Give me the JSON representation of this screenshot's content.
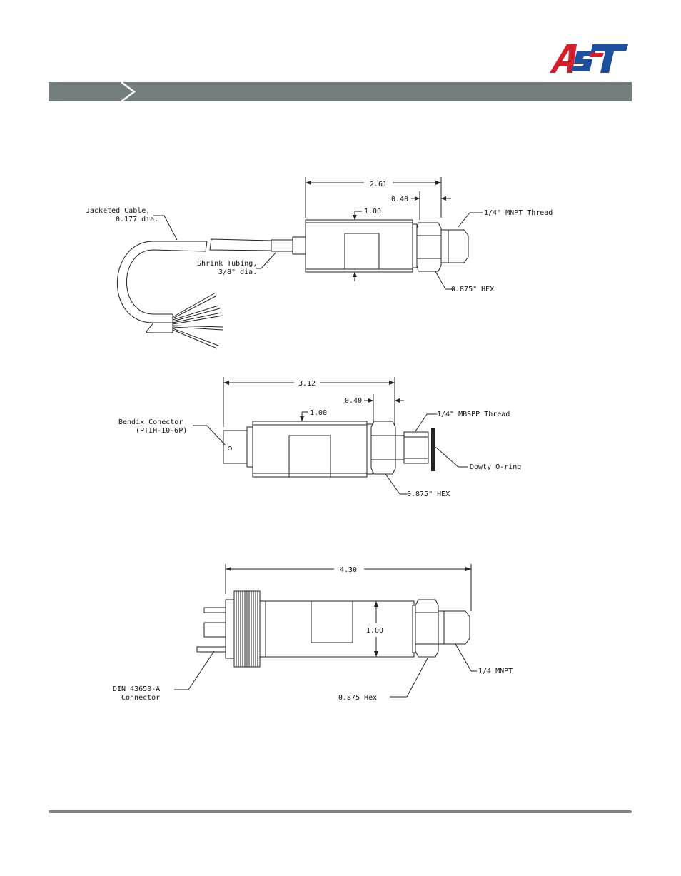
{
  "colors": {
    "header_bar": "#737d7e",
    "logo_red": "#d21f2b",
    "logo_blue": "#1e4f9c",
    "footer_rule": "#7b8384"
  },
  "logo": {
    "letters": "AST"
  },
  "drawings": [
    {
      "labels": {
        "overall_length": "2.61",
        "thread_length": "0.40",
        "body_diameter": "1.00",
        "thread": "1/4\" MNPT Thread",
        "cable_line1": "Jacketed Cable,",
        "cable_line2": "0.177 dia.",
        "shrink_line1": "Shrink Tubing,",
        "shrink_line2": "3/8\" dia.",
        "hex": "0.875\" HEX"
      }
    },
    {
      "labels": {
        "overall_length": "3.12",
        "thread_length": "0.40",
        "body_diameter": "1.00",
        "thread": "1/4\" MBSPP Thread",
        "connector_line1": "Bendix Conector",
        "connector_line2": "(PTIH-10-6P)",
        "oring": "Dowty O-ring",
        "hex": "0.875\" HEX"
      }
    },
    {
      "labels": {
        "overall_length": "4.30",
        "body_diameter": "1.00",
        "thread": "1/4 MNPT",
        "connector_line1": "DIN 43650-A",
        "connector_line2": "Connector",
        "hex": "0.875 Hex"
      }
    }
  ]
}
